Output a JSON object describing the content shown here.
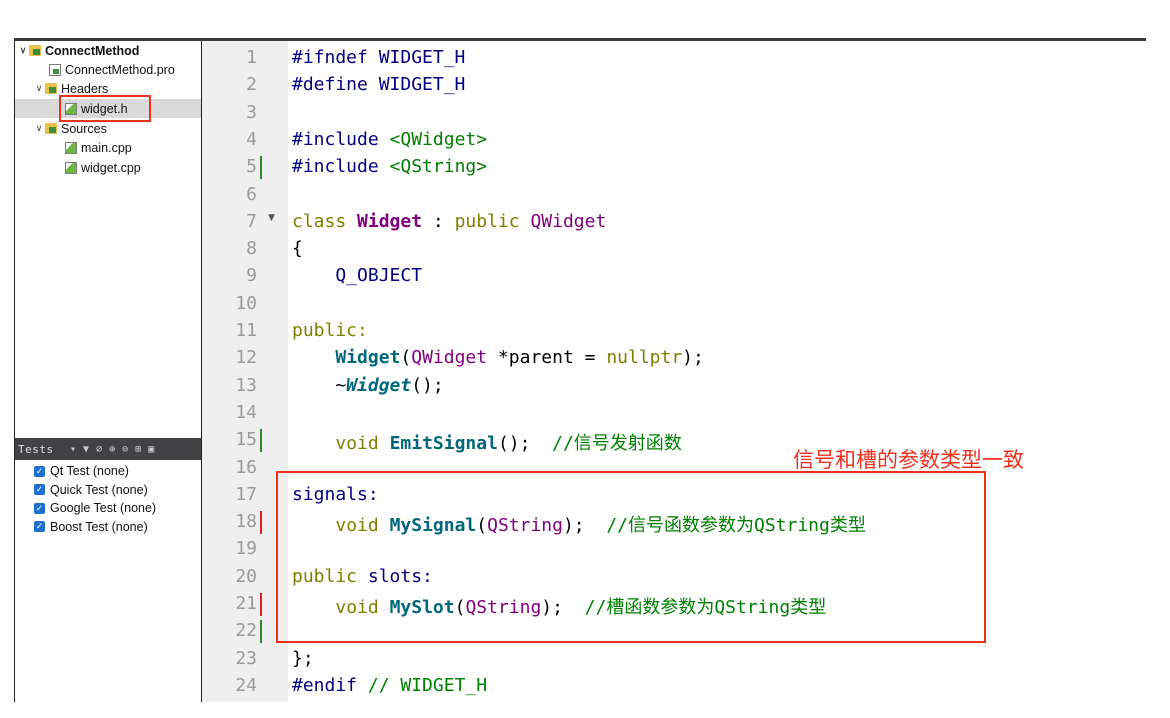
{
  "project_tree": {
    "items": [
      {
        "label": "ConnectMethod",
        "level": 0,
        "expanded": true,
        "icon": "project-folder-icon",
        "bold": true
      },
      {
        "label": "ConnectMethod.pro",
        "level": 1,
        "icon": "pro-file-icon"
      },
      {
        "label": "Headers",
        "level": 1,
        "expanded": true,
        "icon": "headers-folder-icon"
      },
      {
        "label": "widget.h",
        "level": 2,
        "icon": "header-file-icon",
        "selected": true
      },
      {
        "label": "Sources",
        "level": 1,
        "expanded": true,
        "icon": "sources-folder-icon"
      },
      {
        "label": "main.cpp",
        "level": 2,
        "icon": "cpp-file-icon"
      },
      {
        "label": "widget.cpp",
        "level": 2,
        "icon": "cpp-file-icon"
      }
    ]
  },
  "tests_pane": {
    "title": "Tests",
    "toolbar_icons": [
      "dropdown-icon",
      "filter-icon",
      "clear-icon",
      "expand-all-icon",
      "collapse-all-icon",
      "split-icon",
      "close-pane-icon"
    ],
    "items": [
      {
        "label": "Qt Test (none)",
        "checked": true
      },
      {
        "label": "Quick Test (none)",
        "checked": true
      },
      {
        "label": "Google Test (none)",
        "checked": true
      },
      {
        "label": "Boost Test (none)",
        "checked": true
      }
    ]
  },
  "editor": {
    "file": "widget.h",
    "lines": [
      {
        "n": "1",
        "text": "#ifndef WIDGET_H"
      },
      {
        "n": "2",
        "text": "#define WIDGET_H"
      },
      {
        "n": "3",
        "text": ""
      },
      {
        "n": "4",
        "text": "#include <QWidget>"
      },
      {
        "n": "5",
        "text": "#include <QString>",
        "marker": "green"
      },
      {
        "n": "6",
        "text": ""
      },
      {
        "n": "7",
        "text": "class Widget : public QWidget",
        "fold": true
      },
      {
        "n": "8",
        "text": "{"
      },
      {
        "n": "9",
        "text": "    Q_OBJECT"
      },
      {
        "n": "10",
        "text": ""
      },
      {
        "n": "11",
        "text": "public:"
      },
      {
        "n": "12",
        "text": "    Widget(QWidget *parent = nullptr);"
      },
      {
        "n": "13",
        "text": "    ~Widget();"
      },
      {
        "n": "14",
        "text": ""
      },
      {
        "n": "15",
        "text": "    void EmitSignal();  //信号发射函数",
        "marker": "green"
      },
      {
        "n": "16",
        "text": ""
      },
      {
        "n": "17",
        "text": "signals:"
      },
      {
        "n": "18",
        "text": "    void MySignal(QString);  //信号函数参数为QString类型",
        "marker": "red"
      },
      {
        "n": "19",
        "text": ""
      },
      {
        "n": "20",
        "text": "public slots:"
      },
      {
        "n": "21",
        "text": "    void MySlot(QString);  //槽函数参数为QString类型",
        "marker": "red"
      },
      {
        "n": "22",
        "text": "",
        "marker": "green"
      },
      {
        "n": "23",
        "text": "};"
      },
      {
        "n": "24",
        "text": "#endif // WIDGET_H"
      }
    ],
    "tokens": {
      "l1a": "#ifndef WIDGET_H",
      "l2a": "#define WIDGET_H",
      "l4a": "#include ",
      "l4b": "<QWidget>",
      "l5a": "#include ",
      "l5b": "<QString>",
      "l7a": "class ",
      "l7b": "Widget",
      "l7c": " : ",
      "l7d": "public",
      "l7e": " ",
      "l7f": "QWidget",
      "l8a": "{",
      "l9a": "    Q_OBJECT",
      "l11a": "public:",
      "l12a": "    ",
      "l12b": "Widget",
      "l12c": "(",
      "l12d": "QWidget",
      "l12e": " *parent = ",
      "l12f": "nullptr",
      "l12g": ");",
      "l13a": "    ~",
      "l13b": "Widget",
      "l13c": "();",
      "l15a": "    ",
      "l15b": "void",
      "l15c": " ",
      "l15d": "EmitSignal",
      "l15e": "();  ",
      "l15f": "//信号发射函数",
      "l17a": "signals:",
      "l18a": "    ",
      "l18b": "void",
      "l18c": " ",
      "l18d": "MySignal",
      "l18e": "(",
      "l18f": "QString",
      "l18g": ");  ",
      "l18h": "//信号函数参数为QString类型",
      "l20a": "public",
      "l20b": " slots:",
      "l21a": "    ",
      "l21b": "void",
      "l21c": " ",
      "l21d": "MySlot",
      "l21e": "(",
      "l21f": "QString",
      "l21g": ");  ",
      "l21h": "//槽函数参数为QString类型",
      "l23a": "};",
      "l24a": "#endif",
      "l24b": " // WIDGET_H"
    }
  },
  "annotation": {
    "text": "信号和槽的参数类型一致",
    "color": "#f0301c"
  },
  "colors": {
    "preprocessor": "#000080",
    "string_include": "#008000",
    "keyword": "#808000",
    "type": "#800080",
    "function": "#00677c",
    "comment": "#008000",
    "gutter_bg": "#efefef",
    "highlight_red": "#e8341c"
  }
}
